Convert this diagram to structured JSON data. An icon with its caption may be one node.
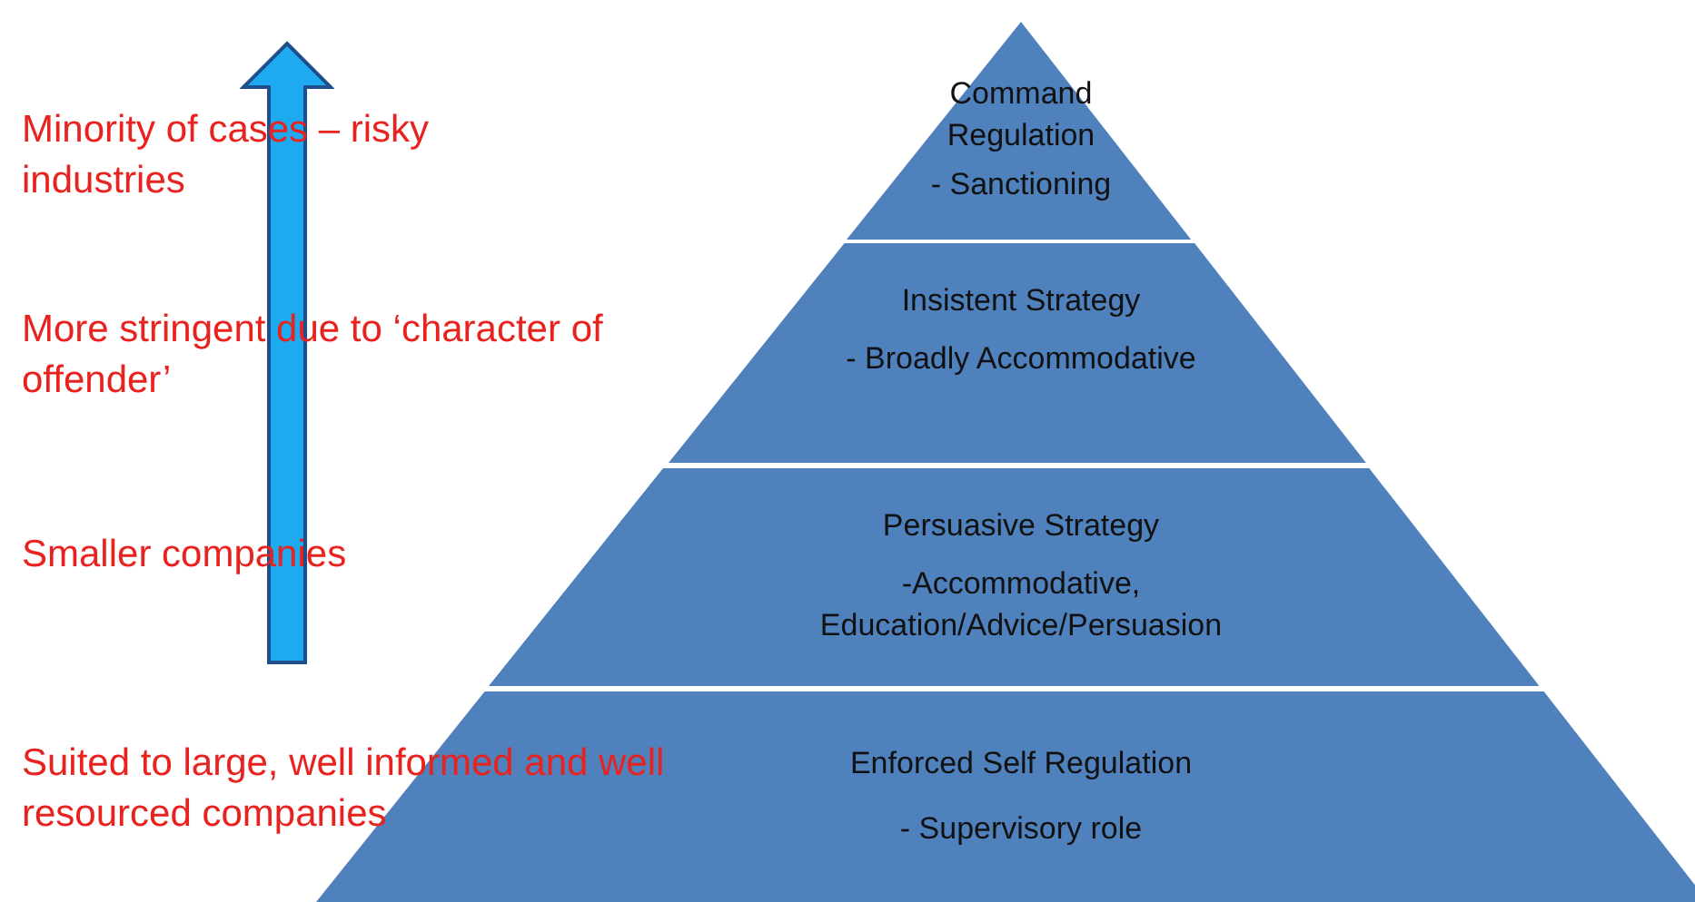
{
  "diagram": {
    "nodes": [
      {
        "text": [
          "Command Regulation",
          "- Sanctioning"
        ]
      },
      {
        "text": [
          "Insistent Strategy",
          "- Broadly Accommodative"
        ]
      },
      {
        "text": [
          "Persuasive Strategy",
          "-Accommodative, Education/Advice/Persuasion"
        ]
      },
      {
        "text": [
          "Enforced Self Regulation",
          "- Supervisory role"
        ]
      }
    ],
    "edges": [],
    "labels": [
      "Minority of cases – risky industries",
      "More stringent due to ‘character of offender’",
      "Smaller companies",
      "Suited to large, well informed and well resourced companies"
    ]
  }
}
